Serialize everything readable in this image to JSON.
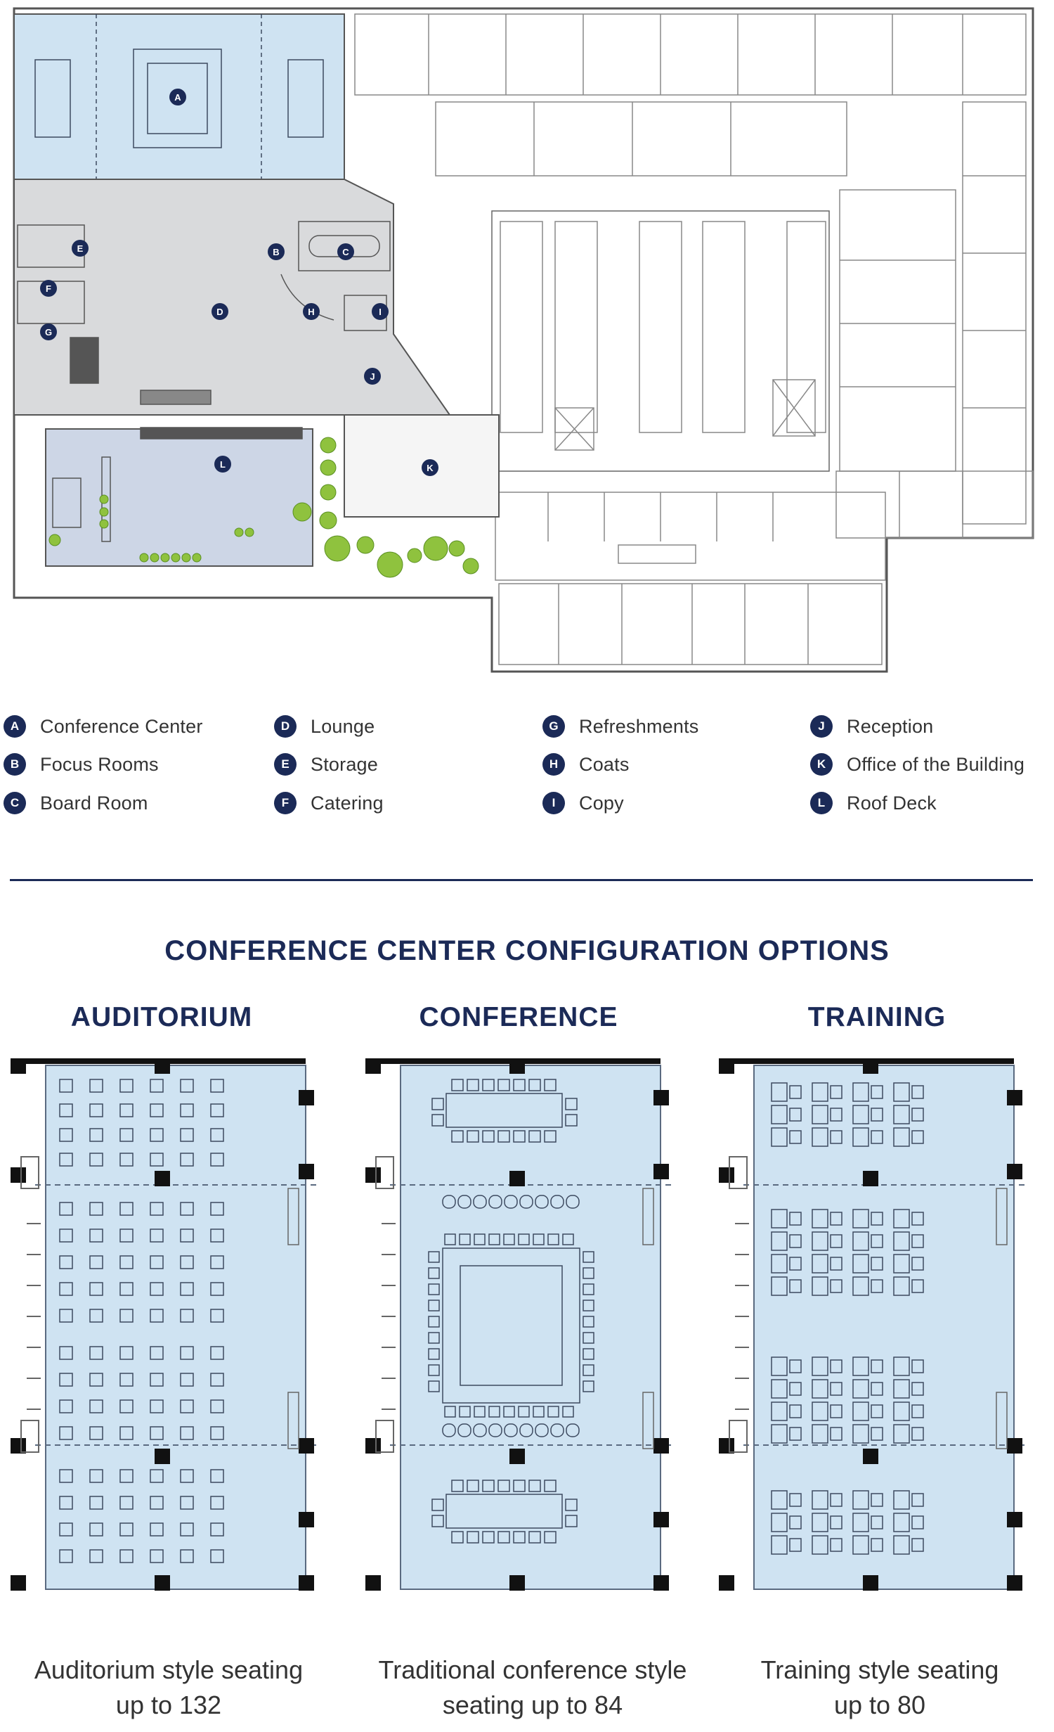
{
  "map_markers": {
    "A": "A",
    "B": "B",
    "C": "C",
    "D": "D",
    "E": "E",
    "F": "F",
    "G": "G",
    "H": "H",
    "I": "I",
    "J": "J",
    "K": "K",
    "L": "L"
  },
  "legend": [
    {
      "letter": "A",
      "label": "Conference Center"
    },
    {
      "letter": "B",
      "label": "Focus Rooms"
    },
    {
      "letter": "C",
      "label": "Board Room"
    },
    {
      "letter": "D",
      "label": "Lounge"
    },
    {
      "letter": "E",
      "label": "Storage"
    },
    {
      "letter": "F",
      "label": "Catering"
    },
    {
      "letter": "G",
      "label": "Refreshments"
    },
    {
      "letter": "H",
      "label": "Coats"
    },
    {
      "letter": "I",
      "label": "Copy"
    },
    {
      "letter": "J",
      "label": "Reception"
    },
    {
      "letter": "K",
      "label": "Office of the Building"
    },
    {
      "letter": "L",
      "label": "Roof Deck"
    }
  ],
  "config_section": {
    "title": "CONFERENCE CENTER CONFIGURATION OPTIONS",
    "panels": [
      {
        "title": "AUDITORIUM",
        "caption_line1": "Auditorium style seating",
        "caption_line2": "up to 132"
      },
      {
        "title": "CONFERENCE",
        "caption_line1": "Traditional conference style",
        "caption_line2": "seating up to 84"
      },
      {
        "title": "TRAINING",
        "caption_line1": "Training style seating",
        "caption_line2": "up to 80"
      }
    ]
  },
  "colors": {
    "navy": "#1b2a57",
    "room_blue": "#cfe3f2",
    "lounge_gray": "#d9dadc",
    "deck_blue": "#cdd6e6",
    "tree_green": "#8fc23e",
    "wall": "#555555",
    "heavy_wall": "#111111"
  }
}
